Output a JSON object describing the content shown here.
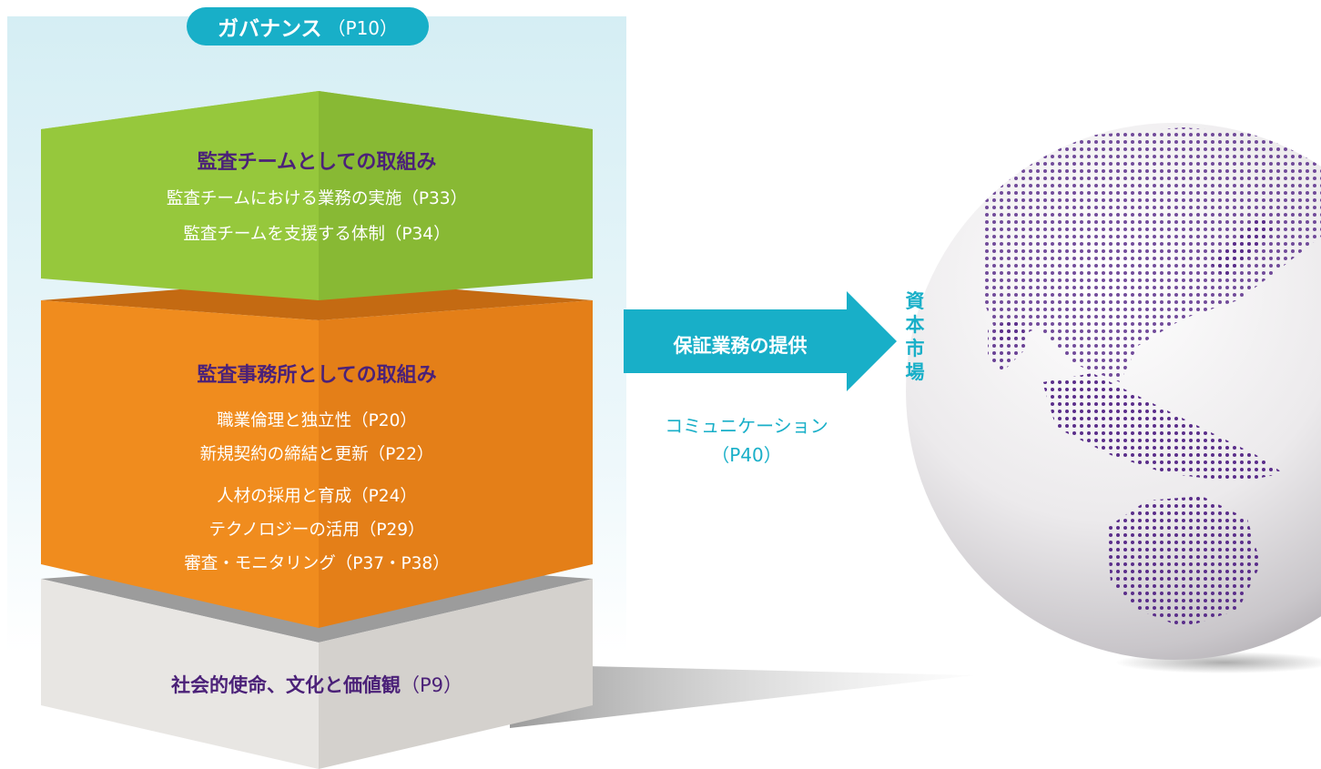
{
  "governance": {
    "label": "ガバナンス",
    "page": "（P10）"
  },
  "team_layer": {
    "title": "監査チームとしての取組み",
    "items": [
      "監査チームにおける業務の実施（P33）",
      "監査チームを支援する体制（P34）"
    ]
  },
  "office_layer": {
    "title": "監査事務所としての取組み",
    "items": [
      "職業倫理と独立性（P20）",
      "新規契約の締結と更新（P22）",
      "人材の採用と育成（P24）",
      "テクノロジーの活用（P29）",
      "審査・モニタリング（P37・P38）"
    ]
  },
  "foundation": {
    "label": "社会的使命、文化と価値観",
    "page": "（P9）"
  },
  "arrow": {
    "label": "保証業務の提供"
  },
  "communication": {
    "label": "コミュニケーション",
    "page": "（P40）"
  },
  "capital_market": {
    "chars": [
      "資",
      "本",
      "市",
      "場"
    ]
  },
  "colors": {
    "teal": "#18afc8",
    "green": "#8cc33c",
    "orange": "#f08c1e",
    "purple": "#4b2178",
    "gray": "#d9d6d2"
  }
}
